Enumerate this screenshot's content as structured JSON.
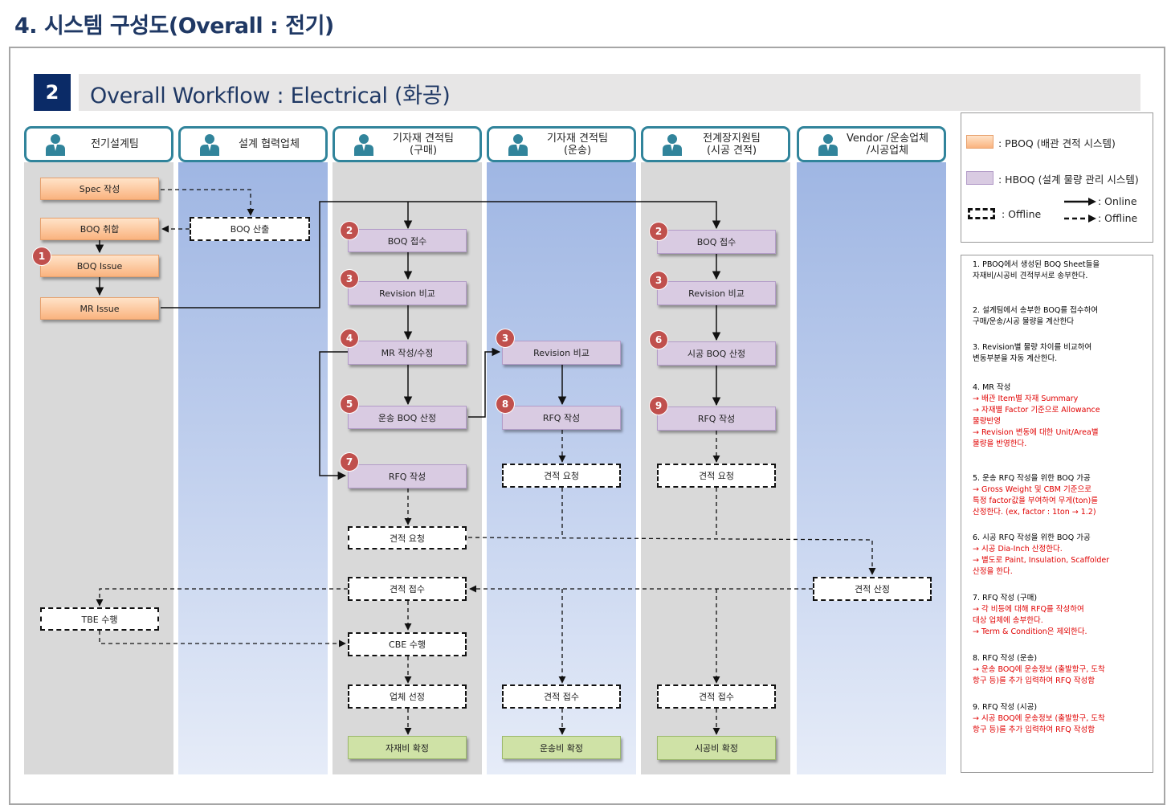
{
  "page_title": "4. 시스템 구성도(Overall : 전기)",
  "section": {
    "number": "2",
    "title": "Overall Workflow : Electrical (화공)"
  },
  "lanes": [
    {
      "id": "l1",
      "label": "전기설계팀"
    },
    {
      "id": "l2",
      "label": "설계 협력업체"
    },
    {
      "id": "l3",
      "label": "기자재 견적팀\n(구매)"
    },
    {
      "id": "l4",
      "label": "기자재 견적팀\n(운송)"
    },
    {
      "id": "l5",
      "label": "전계장지원팀\n(시공 견적)"
    },
    {
      "id": "l6",
      "label": "Vendor /운송업체\n/시공업체"
    }
  ],
  "boxes": {
    "spec": "Spec 작성",
    "boq_intake": "BOQ 취합",
    "boq_issue": "BOQ Issue",
    "mr_issue": "MR Issue",
    "boq_calc": "BOQ 산출",
    "tbe": "TBE 수행",
    "p_boq_receive": "BOQ 접수",
    "p_revision": "Revision 비교",
    "p_mr": "MR 작성/수정",
    "p_transport_boq": "운송 BOQ 산정",
    "p_rfq": "RFQ 작성",
    "p_quote_request": "견적 요청",
    "p_quote_receive": "견적 접수",
    "p_cbe": "CBE 수행",
    "p_vendor_select": "업체 선정",
    "p_material_cost": "자재비 확정",
    "t_revision": "Revision 비교",
    "t_rfq": "RFQ 작성",
    "t_quote_request": "견적 요청",
    "t_quote_receive": "견적 접수",
    "t_cost": "운송비 확정",
    "c_boq_receive": "BOQ 접수",
    "c_revision": "Revision 비교",
    "c_boq_calc": "시공 BOQ 산정",
    "c_rfq": "RFQ 작성",
    "c_quote_request": "견적 요청",
    "c_quote_receive": "견적 접수",
    "c_cost": "시공비 확정",
    "v_quote": "견적 산정"
  },
  "badges": {
    "boq_issue": "1",
    "p_boq": "2",
    "p_rev": "3",
    "p_mr": "4",
    "p_trans": "5",
    "p_rfq": "7",
    "t_rev": "3",
    "t_rfq": "8",
    "c_boq": "2",
    "c_rev": "3",
    "c_calc": "6",
    "c_rfq": "9"
  },
  "legend": {
    "pboq": ": PBOQ (배관 견적 시스템)",
    "hboq": ": HBOQ (설계 물량 관리 시스템)",
    "offline_box": ": Offline",
    "online_arrow": ": Online",
    "offline_arrow": ": Offline"
  },
  "notes": [
    {
      "lines": [
        {
          "t": "1. PBOQ에서 생성된 BOQ Sheet들을",
          "c": "k"
        },
        {
          "t": "    자재비/시공비 견적부서로 송부한다.",
          "c": "k"
        }
      ]
    },
    {
      "lines": [
        {
          "t": "2. 설계팀에서 송부한 BOQ를 접수하여",
          "c": "k"
        },
        {
          "t": "    구매/운송/시공 물량을 계산한다",
          "c": "k"
        }
      ]
    },
    {
      "lines": [
        {
          "t": "3. Revision별 물량 차이를  비교하여",
          "c": "r"
        },
        {
          "t": "    변동부분을 자동 계산한다.",
          "c": "r"
        }
      ]
    },
    {
      "lines": [
        {
          "t": "4. MR 작성",
          "c": "k"
        },
        {
          "t": "  → 배관 Item별 자재 Summary",
          "c": "r"
        },
        {
          "t": "  → 자재별 Factor 기준으로 Allowance",
          "c": "r"
        },
        {
          "t": "     물량반영",
          "c": "r"
        },
        {
          "t": "  → Revision 변동에 대한 Unit/Area별",
          "c": "r"
        },
        {
          "t": "     물량을 반영한다.",
          "c": "r"
        }
      ]
    },
    {
      "lines": [
        {
          "t": "5. 운송 RFQ 작성을 위한 BOQ 가공",
          "c": "k"
        },
        {
          "t": "  → Gross Weight 및 CBM 기준으로",
          "c": "r"
        },
        {
          "t": "     특정 factor값을 부여하여 무게(ton)를",
          "c": "r"
        },
        {
          "t": "     산정한다. (ex, factor : 1ton → 1.2)",
          "c": "r"
        }
      ]
    },
    {
      "lines": [
        {
          "t": "6. 시공 RFQ 작성을 위한 BOQ 가공",
          "c": "k"
        },
        {
          "t": "  → 시공 Dia-Inch 산정한다.",
          "c": "r"
        },
        {
          "t": "  → 별도로 Paint, Insulation, Scaffolder",
          "c": "r"
        },
        {
          "t": "     산정을 한다.",
          "c": "r"
        }
      ]
    },
    {
      "lines": [
        {
          "t": "7. RFQ 작성 (구매)",
          "c": "k"
        },
        {
          "t": "  → 각 비등에 대해 RFQ를 작성하여",
          "c": "r"
        },
        {
          "t": "     대상 업체에 송부한다.",
          "c": "r"
        },
        {
          "t": "  → Term & Condition은 제외한다.",
          "c": "r"
        }
      ]
    },
    {
      "lines": [
        {
          "t": "8. RFQ 작성 (운송)",
          "c": "k"
        },
        {
          "t": "  → 운송 BOQ에 운송정보 (출발항구, 도착",
          "c": "r"
        },
        {
          "t": "     항구 등)를 추가 입력하여 RFQ 작성함",
          "c": "r"
        }
      ]
    },
    {
      "lines": [
        {
          "t": "9. RFQ 작성 (시공)",
          "c": "k"
        },
        {
          "t": "  → 시공 BOQ에 운송정보 (출발항구, 도착",
          "c": "r"
        },
        {
          "t": "     항구 등)를 추가 입력하여 RFQ 작성함",
          "c": "r"
        }
      ]
    }
  ],
  "colors": {
    "title": "#1f3864",
    "section_num_bg": "#0b2b67",
    "lane_border": "#31849b",
    "pboq": "#fab37f",
    "hboq": "#d9cbe2",
    "final": "#cfe2a6",
    "badge": "#c0504d",
    "note_red": "#e00000"
  }
}
